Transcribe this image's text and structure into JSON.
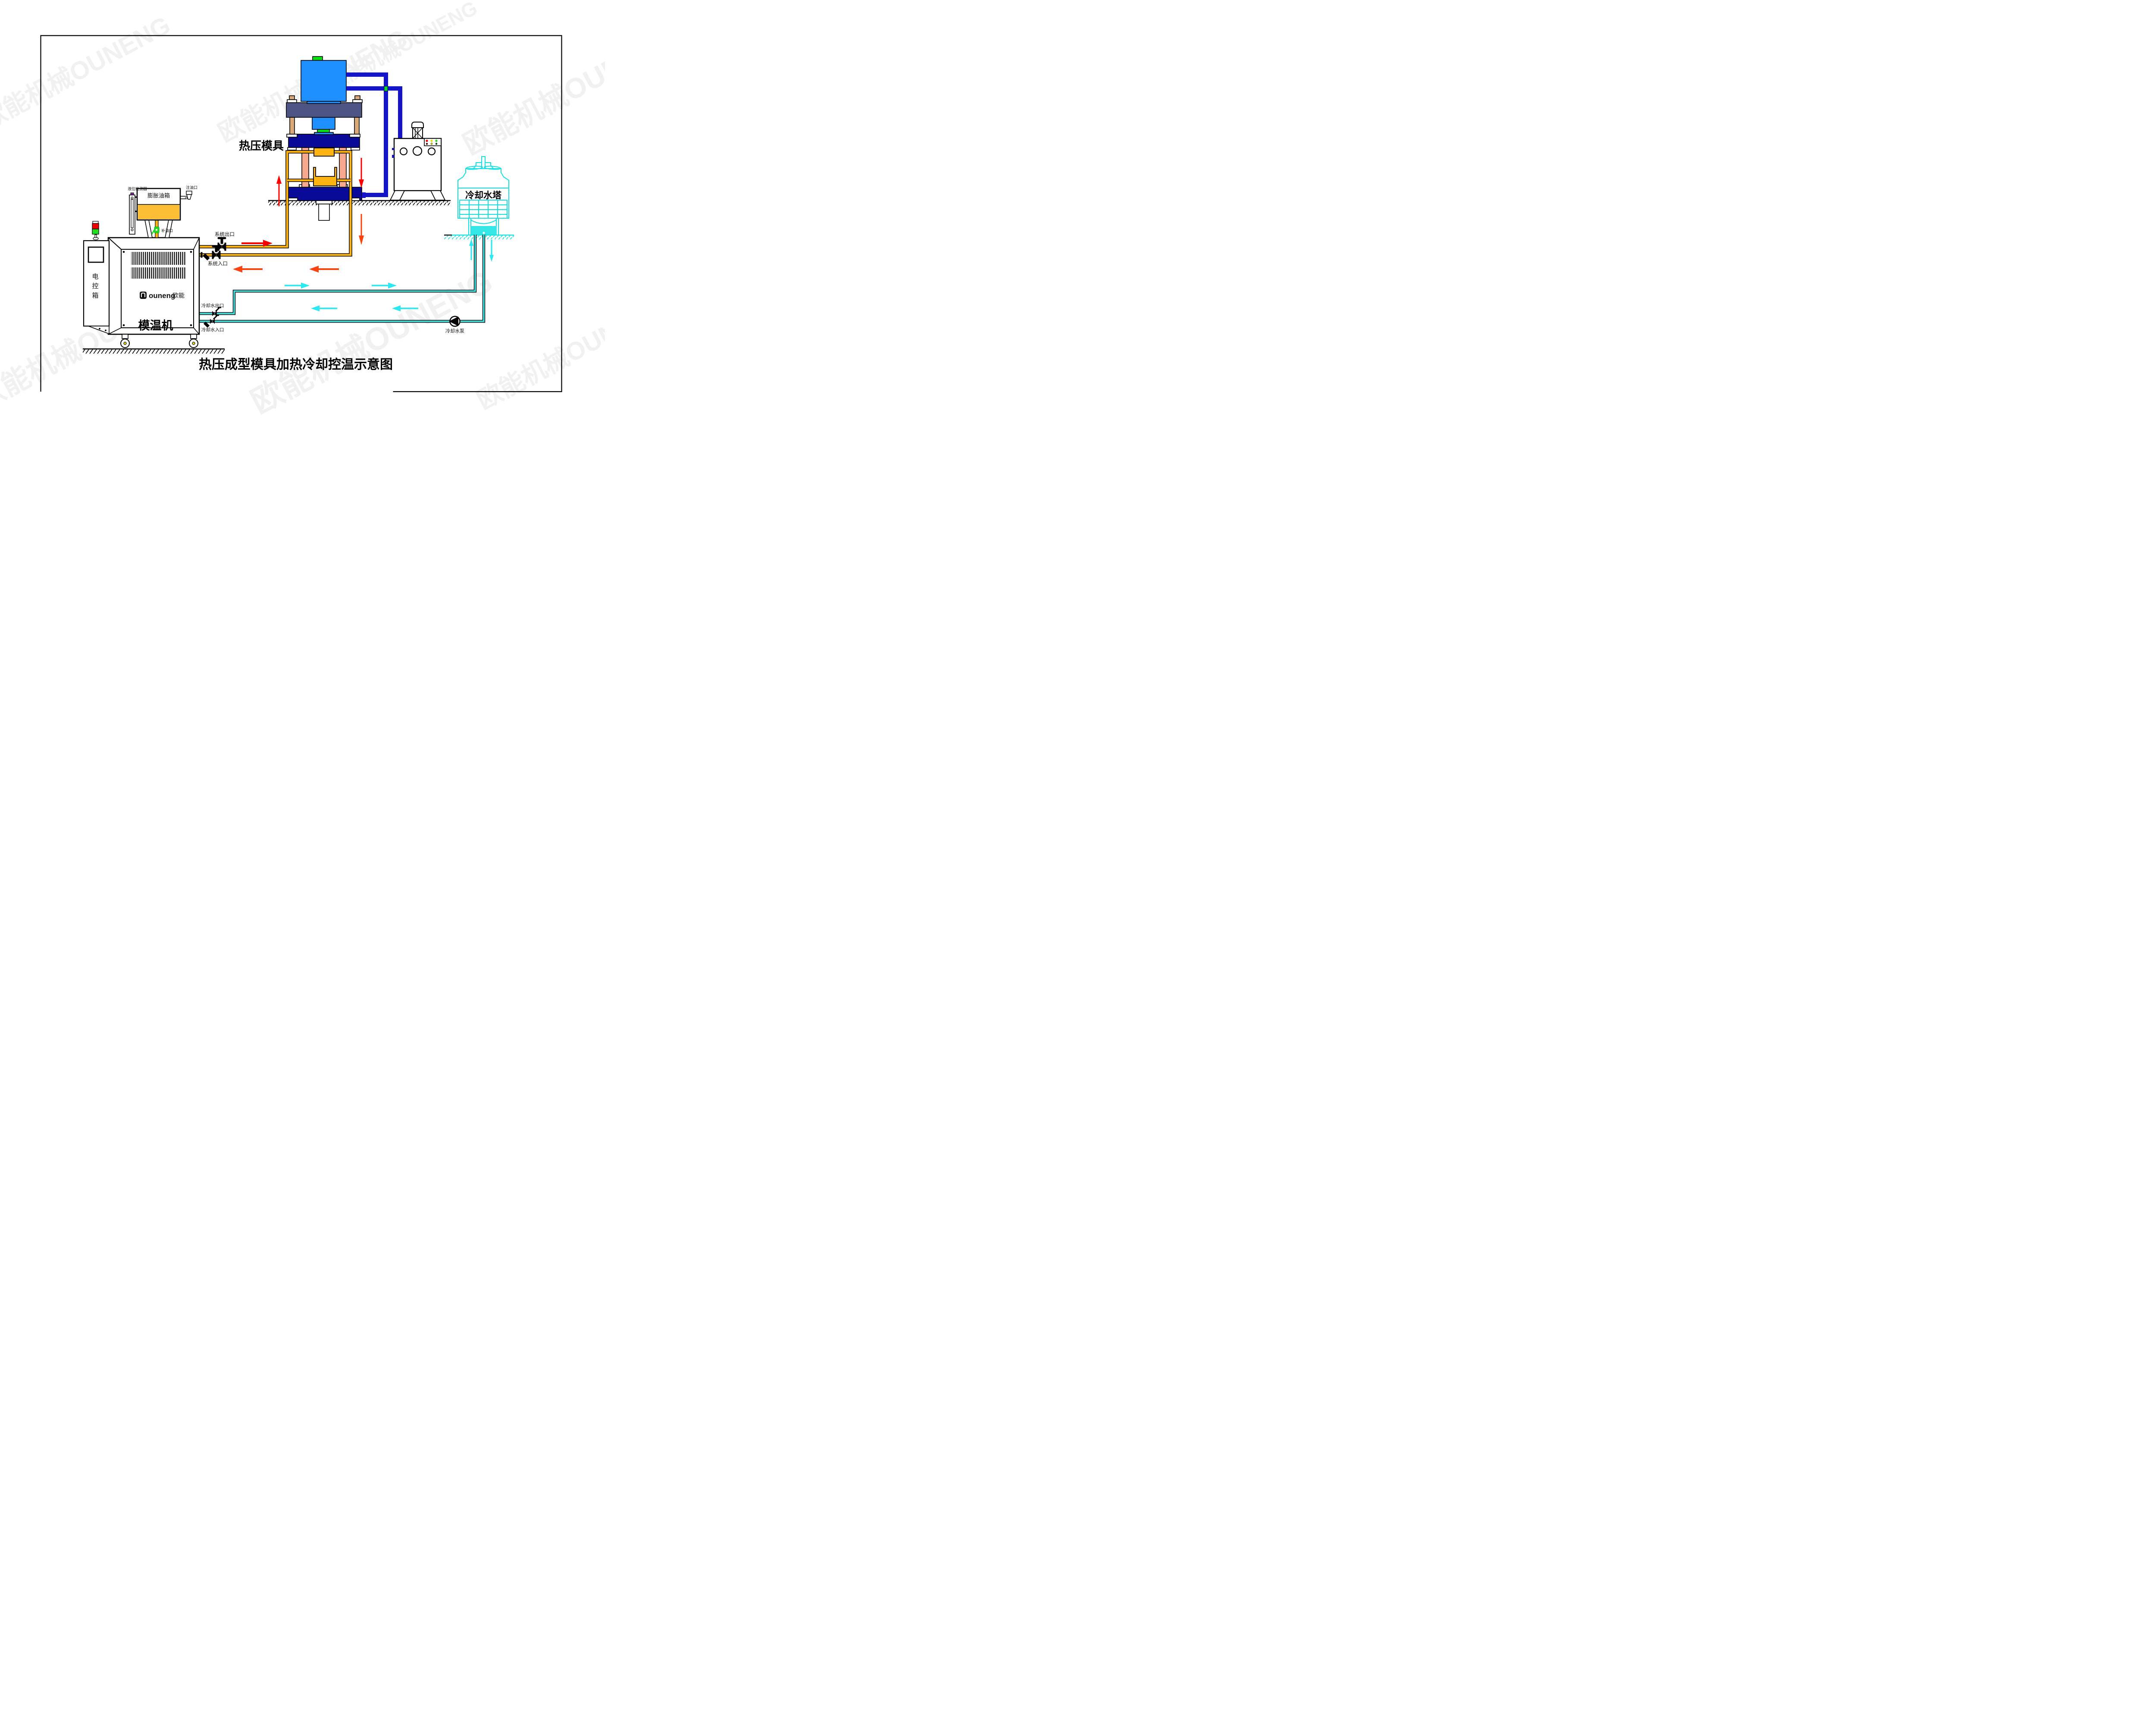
{
  "title": "热压成型模具加热冷却控温示意图",
  "watermark_text": "欧能机械OUNENG",
  "brand": {
    "latin": "ouneng",
    "cn": "欧能"
  },
  "press": {
    "label": "热压模具"
  },
  "cooling_tower": {
    "label": "冷却水塔"
  },
  "machine": {
    "label": "模温机"
  },
  "electric_box": {
    "label": "电控箱",
    "chars": [
      "电",
      "控",
      "箱"
    ]
  },
  "expansion_tank": {
    "label": "膨胀油箱",
    "level_detector_label": "液位检测器",
    "oil_fill_label": "注油口",
    "oil_refill_label": "补油口"
  },
  "ports": {
    "system_outlet": "系统出口",
    "system_inlet": "系统入口",
    "cooling_water_outlet": "冷却水出口",
    "cooling_water_inlet": "冷却水入口"
  },
  "pump": {
    "label": "冷却水泵"
  },
  "colors": {
    "hot_oil_pipe": "#FFB412",
    "cooling_pipe": "#3DE8E8",
    "hydraulic_pipe": "#1414C8",
    "platen_navy": "#0A0A99",
    "beam_slate": "#4D5585",
    "cylinder_blue": "#1E8FFF",
    "column_tan": "#D9A979",
    "column_salmon": "#F6A98F",
    "cap_green": "#00DD22",
    "oil_fill": "#FBBD33",
    "arrow_red": "#FF0000",
    "arrow_orange_red": "#FA430F",
    "arrow_cyan": "#2BE8F2",
    "lamp_red": "#EE0000",
    "lamp_green": "#22DD22",
    "tower_cyan": "#0FE3E3"
  },
  "flows": {
    "hot_supply": "mold-temp machine → press mold (orange, right/up arrows)",
    "hot_return": "press mold → mold-temp machine (orange, left arrows)",
    "cool_supply": "machine cooling outlet → cooling tower (cyan, right/up arrows)",
    "cool_return": "cooling tower → pump → machine cooling inlet (cyan, left/down arrows)"
  }
}
